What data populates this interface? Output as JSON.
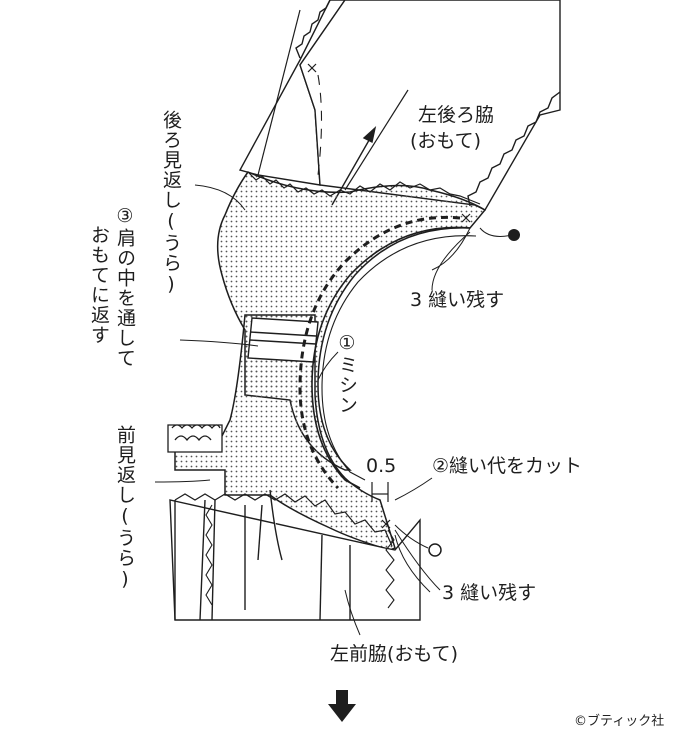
{
  "labels": {
    "back_facing_1": "後ろ見返し",
    "back_facing_2": "(うら)",
    "step3_1": "③肩の中を通して",
    "step3_2": "おもてに返す",
    "front_facing_1": "前見返し",
    "front_facing_2": "(うら)",
    "left_back_side": "左後ろ脇",
    "left_back_side_sub": "(おもて)",
    "leave_unsewn_top": "3 縫い残す",
    "step1": "①ミシン",
    "seam_width": "0.5",
    "step2": "②縫い代をカット",
    "leave_unsewn_bottom": "3 縫い残す",
    "left_front_side": "左前脇(おもて)"
  },
  "copyright": "©ブティック社",
  "colors": {
    "line": "#1e1e1e",
    "fabric": "#ffffff",
    "dots": "#555555"
  },
  "icons": {
    "down_arrow": "down-arrow-icon",
    "open_circle": "open-circle-marker",
    "filled_circle": "filled-circle-marker"
  }
}
